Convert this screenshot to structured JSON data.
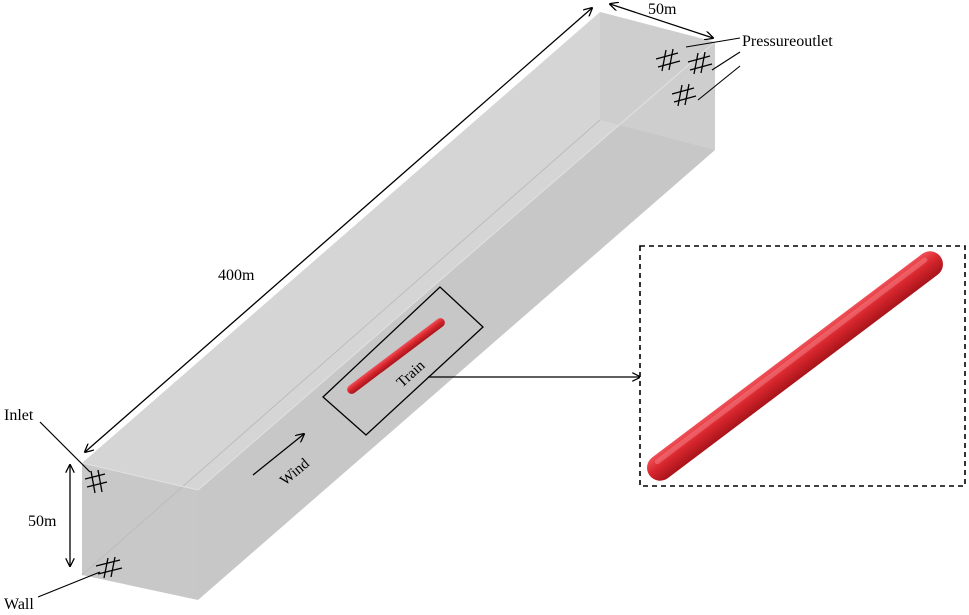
{
  "labels": {
    "length": "400m",
    "width": "50m",
    "height": "50m",
    "inlet": "Inlet",
    "wall": "Wall",
    "outlet": "Pressureoutlet",
    "wind": "Wind",
    "train": "Train"
  },
  "colors": {
    "box_front": "#c9c8c9",
    "box_top": "#d9d8d9",
    "box_end": "#cfcecf",
    "train": "#d8262e"
  }
}
